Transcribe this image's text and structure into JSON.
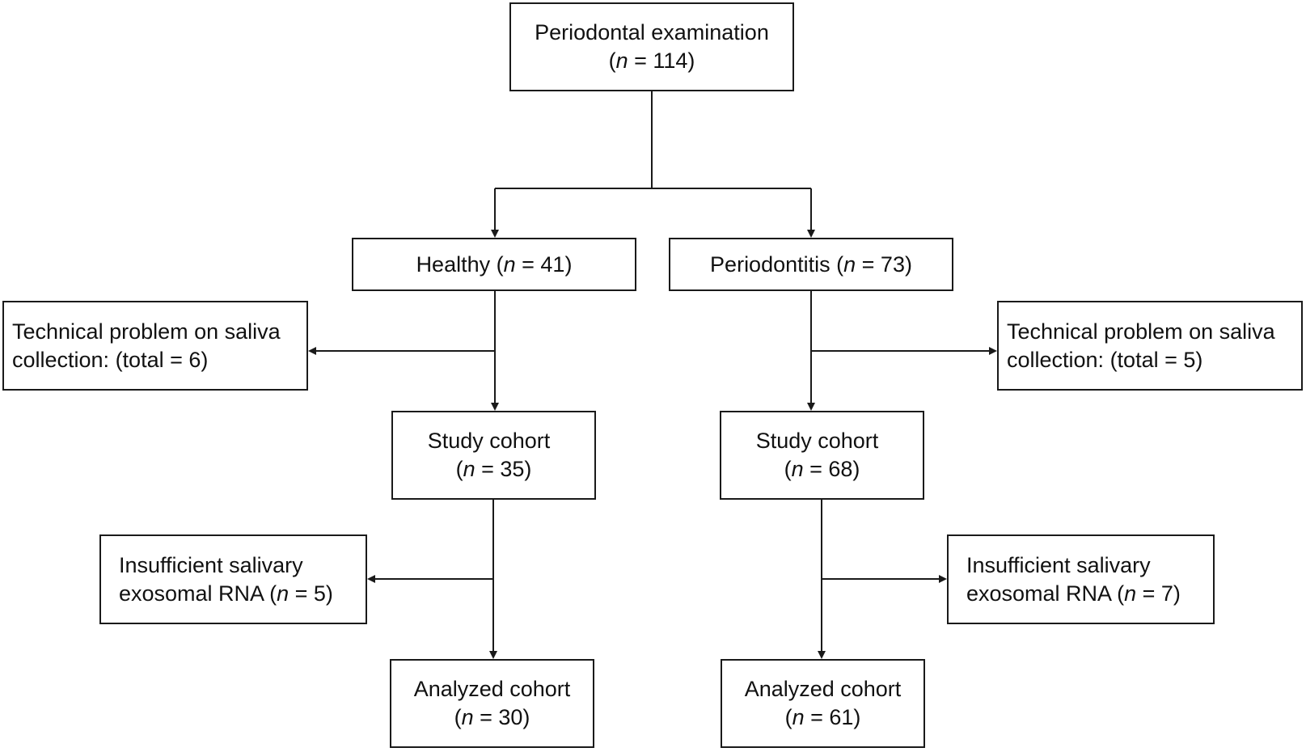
{
  "flowchart": {
    "root": {
      "label": "Periodontal examination",
      "n_open": "(",
      "n_var": "n",
      "n_val": " = 114)"
    },
    "healthy": {
      "label": "Healthy (",
      "n_var": "n",
      "n_val": " = 41)"
    },
    "periodontitis": {
      "label": "Periodontitis (",
      "n_var": "n",
      "n_val": " = 73)"
    },
    "healthy_excluded_technical": {
      "line1": "Technical problem on saliva",
      "line2": "collection: (total = 6)"
    },
    "periodontitis_excluded_technical": {
      "line1": "Technical problem on saliva",
      "line2": "collection: (total = 5)"
    },
    "healthy_study": {
      "label": "Study cohort",
      "n_open": "(",
      "n_var": "n",
      "n_val": " = 35)"
    },
    "periodontitis_study": {
      "label": "Study cohort",
      "n_open": "(",
      "n_var": "n",
      "n_val": " = 68)"
    },
    "healthy_excluded_rna": {
      "line1": "Insufficient salivary",
      "line2_prefix": "exosomal RNA (",
      "n_var": "n",
      "n_val": " = 5)"
    },
    "periodontitis_excluded_rna": {
      "line1": "Insufficient salivary",
      "line2_prefix": "exosomal RNA (",
      "n_var": "n",
      "n_val": " = 7)"
    },
    "healthy_analyzed": {
      "label": "Analyzed cohort",
      "n_open": "(",
      "n_var": "n",
      "n_val": " = 30)"
    },
    "periodontitis_analyzed": {
      "label": "Analyzed cohort",
      "n_open": "(",
      "n_var": "n",
      "n_val": " = 61)"
    }
  },
  "style": {
    "line_color": "#1a1a1a",
    "box_border": "#1a1a1a",
    "background": "#ffffff"
  }
}
